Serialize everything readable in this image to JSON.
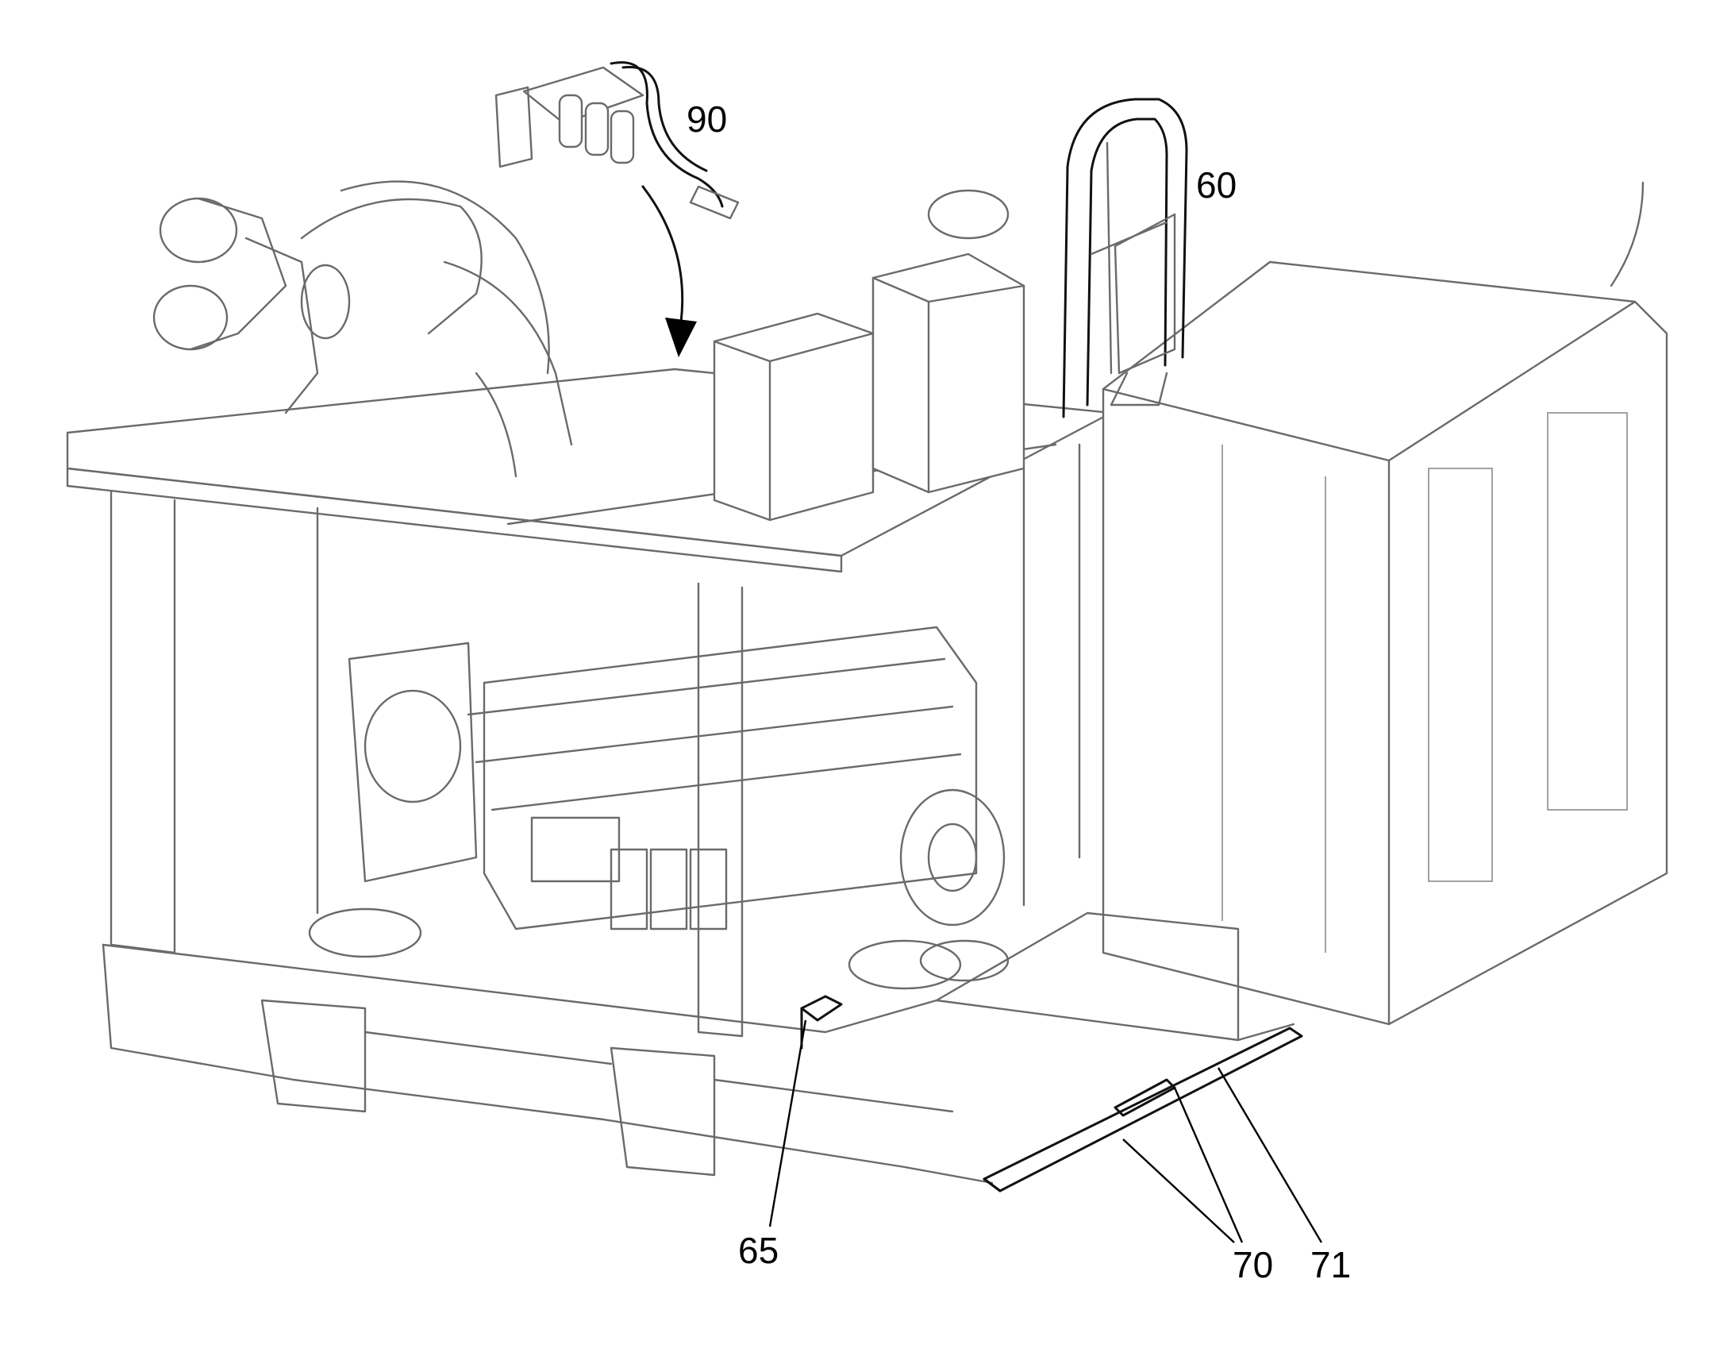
{
  "callouts": {
    "filter_assembly": "90",
    "handrail": "60",
    "bracket": "65",
    "floor_plate": "70",
    "fastener": "71"
  }
}
